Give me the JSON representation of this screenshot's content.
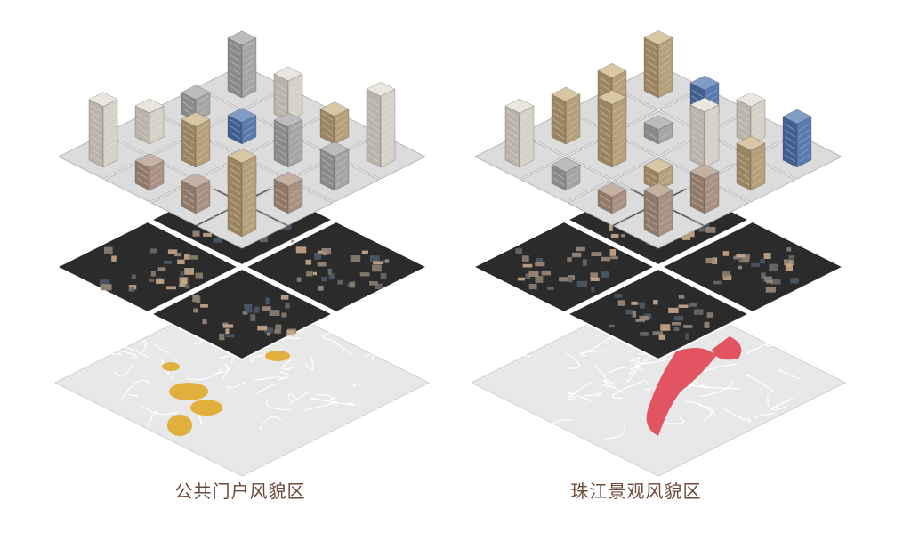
{
  "captions": {
    "left": "公共门户风貌区",
    "right": "珠江景观风貌区"
  },
  "diagram": {
    "layers": [
      "map",
      "satellite",
      "models"
    ],
    "colors": {
      "map_fill": "#e8e8e8",
      "map_lines": "#ffffff",
      "satellite_fill": "#2b2b2b",
      "tile_fill": "#dcdcdc",
      "tile_border": "#b8b8b8",
      "highlight_left": "#e0a92a",
      "highlight_right": "#e03a4a",
      "caption": "#6b4a3a"
    }
  }
}
